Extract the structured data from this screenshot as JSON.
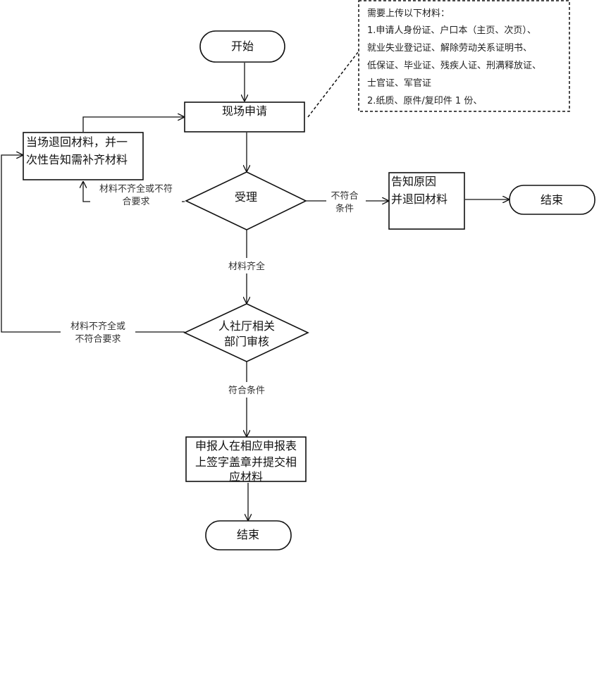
{
  "nodes": {
    "start": "开始",
    "apply": "现场申请",
    "return_supplement": [
      "当场退回材料，并一",
      "次性告知需补齐材料"
    ],
    "accept": "受理",
    "inform_reason": [
      "告知原因",
      "并退回材料"
    ],
    "end_right": "结束",
    "review": [
      "人社厅相关",
      "部门审核"
    ],
    "sign_submit": [
      "申报人在相应申报表",
      "上签字盖章并提交相",
      "应材料"
    ],
    "end_bottom": "结束"
  },
  "edges": {
    "incomplete_1": [
      "材料不齐全或不符",
      "合要求"
    ],
    "not_qualified": [
      "不符合",
      "条件"
    ],
    "complete": "材料齐全",
    "incomplete_2": [
      "材料不齐全或",
      "不符合要求"
    ],
    "qualified": "符合条件"
  },
  "note": [
    "需要上传以下材料：",
    "1.申请人身份证、户口本（主页、次页）、",
    "就业失业登记证、解除劳动关系证明书、",
    "低保证、毕业证、残疾人证、刑满释放证、",
    "士官证、军官证",
    "2.纸质、原件/复印件 1 份、"
  ]
}
